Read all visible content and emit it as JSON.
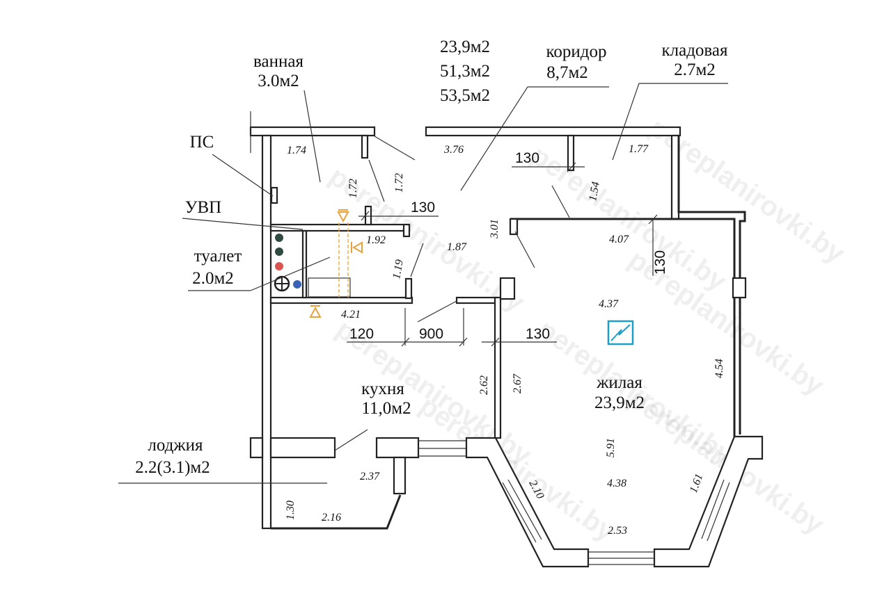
{
  "areas_summary": [
    "23,9м2",
    "51,3м2",
    "53,5м2"
  ],
  "rooms": {
    "bathroom": {
      "name": "ванная",
      "area": "3.0м2"
    },
    "corridor": {
      "name": "коридор",
      "area": "8,7м2"
    },
    "storage": {
      "name": "кладовая",
      "area": "2.7м2"
    },
    "toilet": {
      "name": "туалет",
      "area": "2.0м2"
    },
    "kitchen": {
      "name": "кухня",
      "area": "11,0м2"
    },
    "living": {
      "name": "жилая",
      "area": "23,9м2"
    },
    "loggia": {
      "name": "лоджия",
      "area": "2.2(3.1)м2"
    }
  },
  "markers": {
    "ps": "ПС",
    "uvp": "УВП"
  },
  "dimensions": {
    "d174": "1.74",
    "d172a": "1.72",
    "d172b": "1.72",
    "d376": "3.76",
    "d177": "1.77",
    "d154": "1.54",
    "d301": "3.01",
    "d192": "1.92",
    "d187": "1.87",
    "d119": "1.19",
    "d407": "4.07",
    "d421": "4.21",
    "d437": "4.37",
    "d262": "2.62",
    "d267": "2.67",
    "d454": "4.54",
    "d591": "5.91",
    "d438": "4.38",
    "d210": "2.10",
    "d161": "1.61",
    "d253": "2.53",
    "d237": "2.37",
    "d216": "2.16",
    "d130l": "1.30"
  },
  "wall_thickness": {
    "w1": "130",
    "w2": "130",
    "w3": "130",
    "w4": "120",
    "door": "900",
    "w5": "130"
  },
  "watermark": "pereplanirovki.by",
  "colors": {
    "fixture_orange": "#e8a13a",
    "electric_blue": "#1a9fc9",
    "riser_red": "#d9534f",
    "riser_blue": "#3a63b8"
  }
}
